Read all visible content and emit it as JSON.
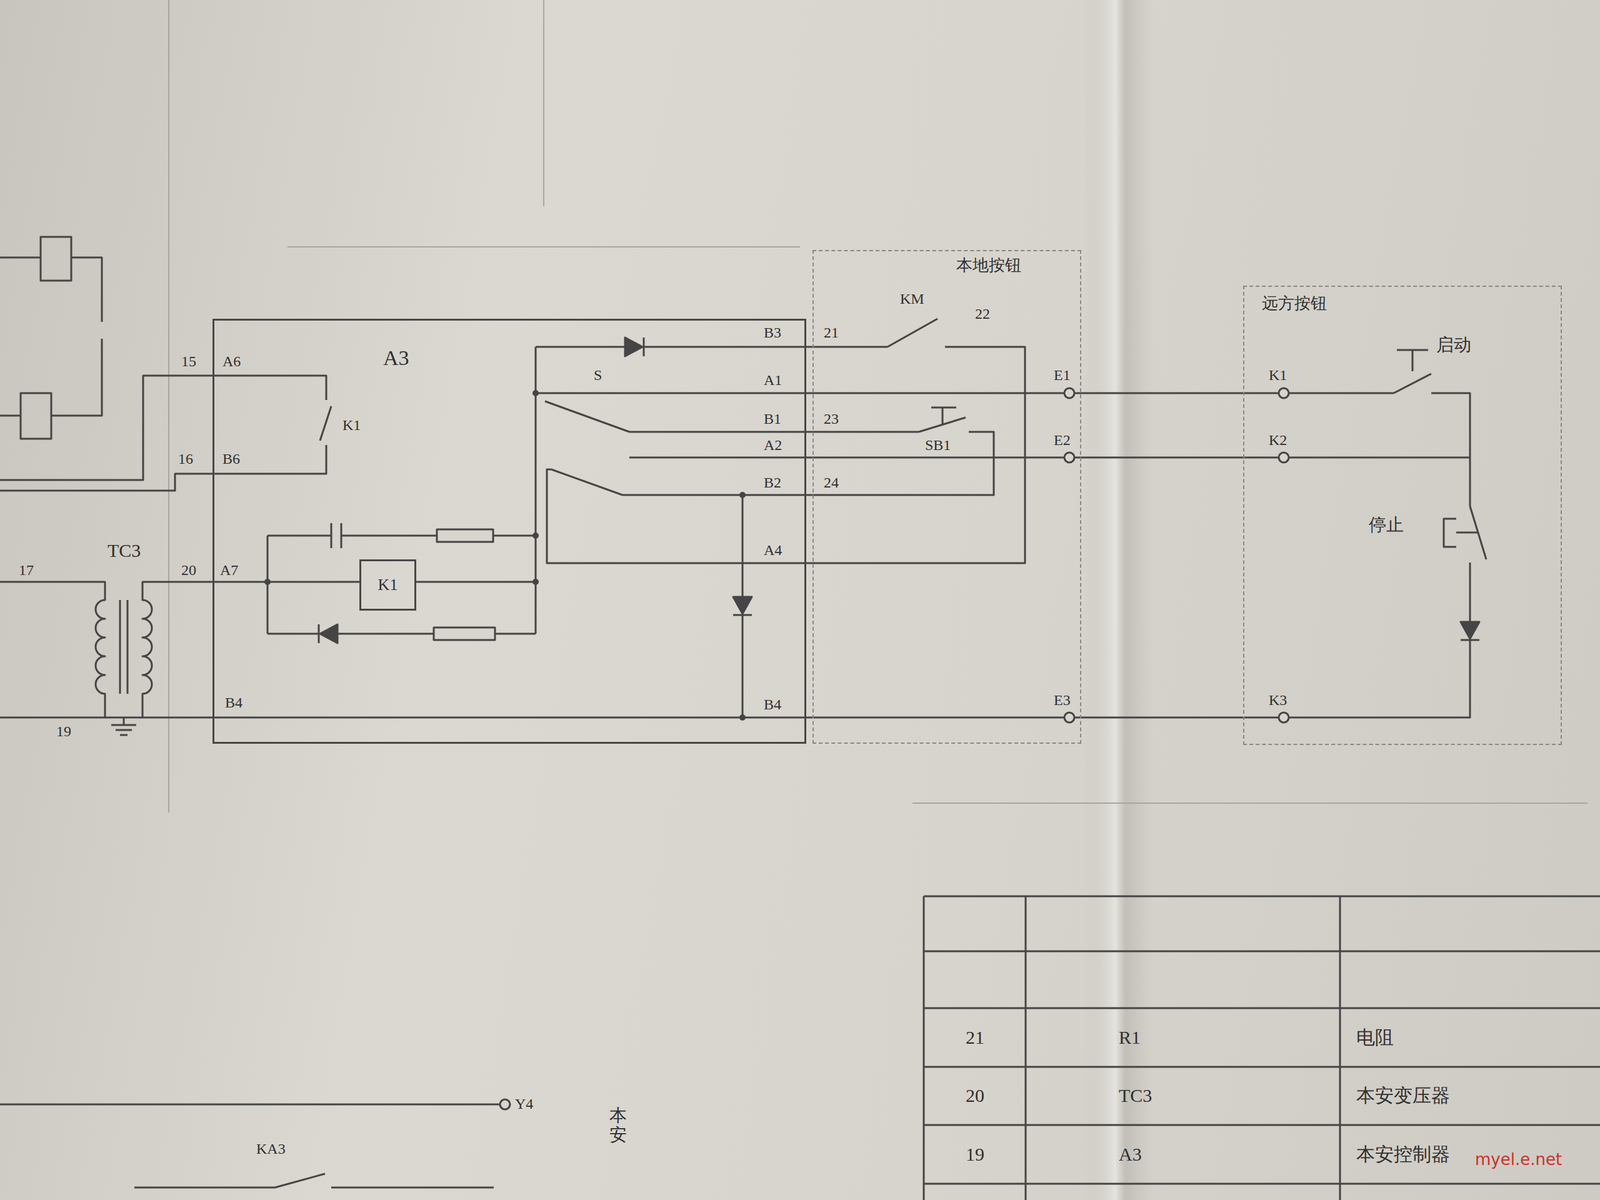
{
  "diagram": {
    "nodes": [
      {
        "text": [
          "A3"
        ]
      },
      {
        "text": [
          "K1"
        ],
        "in": 0
      },
      {
        "text": [
          "本地按钮"
        ]
      },
      {
        "text": [
          "远方按钮"
        ]
      }
    ],
    "edges": [
      {
        "from": 2,
        "to": 3,
        "arrow": "none"
      },
      {
        "from": 2,
        "to": 3,
        "arrow": "none"
      },
      {
        "from": 2,
        "to": 3,
        "arrow": "none"
      }
    ],
    "labels": [
      "15",
      "A6",
      "K1",
      "16",
      "B6",
      "TC3",
      "17",
      "20",
      "A7",
      "19",
      "B4",
      "B3",
      "21",
      "KM",
      "22",
      "S",
      "A1",
      "B1",
      "23",
      "A2",
      "SB1",
      "B2",
      "24",
      "A4",
      "B4",
      "E1",
      "E2",
      "E3",
      "K1",
      "K2",
      "K3",
      "启动",
      "停止",
      "KA3",
      "Y4",
      "本安",
      "21",
      "R1",
      "电阻",
      "20",
      "TC3",
      "本安变压器",
      "19",
      "A3",
      "本安控制器",
      "myel.e.net"
    ]
  }
}
